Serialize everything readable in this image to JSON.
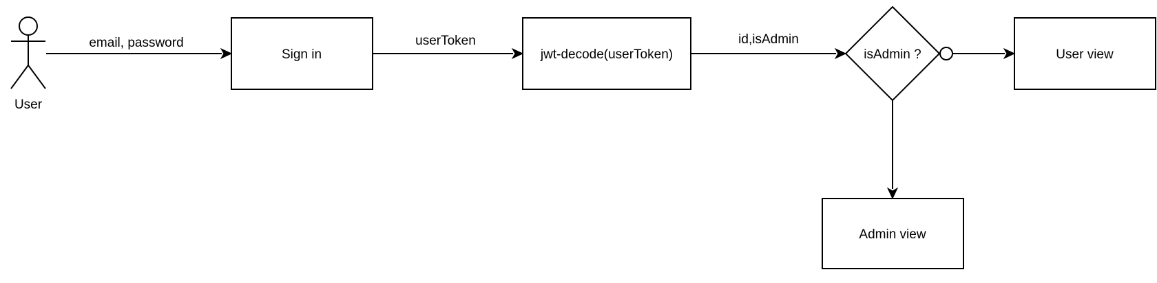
{
  "actor": {
    "label": "User"
  },
  "nodes": {
    "sign_in": "Sign in",
    "jwt_decode": "jwt-decode(userToken)",
    "decision": "isAdmin ?",
    "user_view": "User view",
    "admin_view": "Admin view"
  },
  "edges": {
    "credentials": "email, password",
    "token": "userToken",
    "claims": "id,isAdmin"
  }
}
